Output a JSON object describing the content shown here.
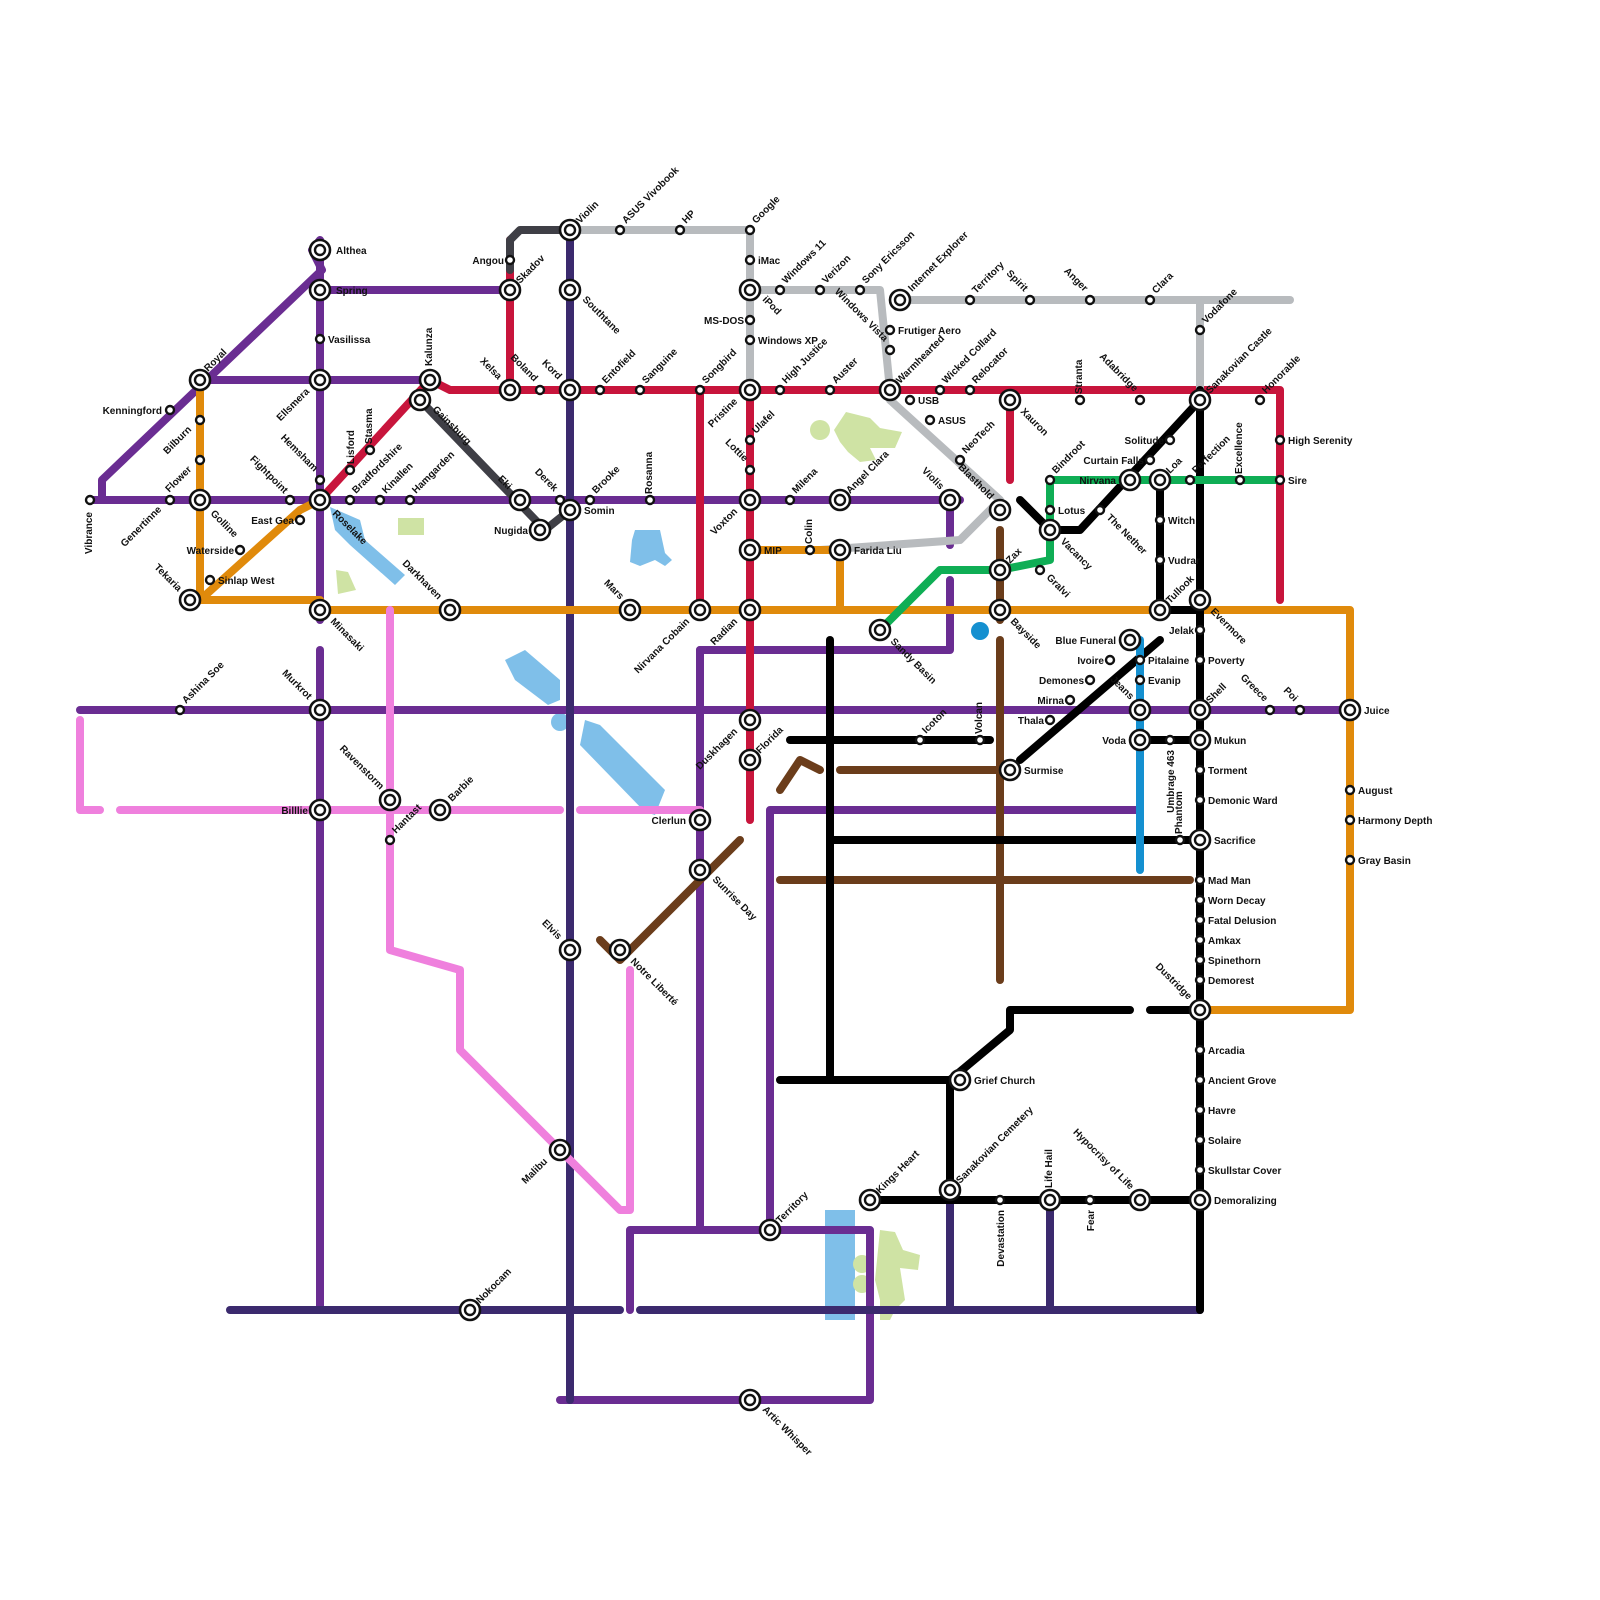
{
  "map": {
    "colors": {
      "purple": "#6a2d92",
      "navy": "#3b2a6e",
      "red": "#c8153c",
      "grey": "#b8bbbe",
      "darkgrey": "#3f3f46",
      "orange": "#e08a0b",
      "pink": "#ef80dd",
      "brown": "#6b3d1b",
      "black": "#000000",
      "green": "#0fae55",
      "blue": "#1590d0",
      "water": "#7fbfe9",
      "park": "#cfe3a4"
    },
    "lines": [
      "purple",
      "navy",
      "red",
      "grey",
      "darkgrey",
      "orange",
      "pink",
      "brown",
      "black",
      "green",
      "blue"
    ],
    "stations": [
      "Althea",
      "Spring",
      "Vasilissa",
      "Royal",
      "Kenningford",
      "Ellsmera",
      "Bilburn",
      "Flower",
      "Genertinne",
      "Golline",
      "Vibrance",
      "Waterside",
      "Sinlap West",
      "Tekaria",
      "Fightpoint",
      "East Gea",
      "Hemsham",
      "Lisford",
      "Stasma",
      "Bradfordshire",
      "Kinallen",
      "Hamgarden",
      "Kalunza",
      "Gainsburg",
      "Roselake",
      "Darkhaven",
      "Minasaki",
      "Ashina Soe",
      "Murkrot",
      "Ravenstorm",
      "Hantast",
      "Barbie",
      "Billlie",
      "Angou",
      "Skadov",
      "Violin",
      "ASUS Vivobook",
      "HP",
      "Google",
      "Southtane",
      "Xelsa",
      "Boland",
      "Kord",
      "Entofield",
      "Sanguine",
      "Songbird",
      "Eki",
      "Derek",
      "Brooke",
      "Somin",
      "Nugida",
      "Rosanna",
      "Mars",
      "Nirvana Cobain",
      "Elvis",
      "Notre Liberté",
      "Malibu",
      "Nokocam",
      "Artic Whisper",
      "iMac",
      "Windows 11",
      "MS-DOS",
      "iPod",
      "Windows XP",
      "Verizon",
      "Sony Ericsson",
      "Internet Explorer",
      "Windows Vista",
      "Frutiger Aero",
      "Warmhearted",
      "Pristine",
      "High Justice",
      "Auster",
      "Ulafel",
      "Lottie",
      "Voxton",
      "Milena",
      "Angel Clara",
      "MIP",
      "Colin",
      "Farida Liu",
      "Radian",
      "Duskhagen",
      "Florida",
      "Clerlun",
      "Sunrise Day",
      "USB",
      "ASUS",
      "Wicked Collard",
      "Relocator",
      "Territory",
      "Spirit",
      "Anger",
      "Clara",
      "Vodafone",
      "Xauron",
      "NeoTech",
      "Blasthold",
      "Violis",
      "Stranta",
      "Adabridge",
      "Bindroot",
      "Solitude",
      "Curtain Falls",
      "Nirvana",
      "Loa",
      "Perfection",
      "Excellence",
      "Sanakovian Castle",
      "Honorable",
      "High Serenity",
      "Sire",
      "Lotus",
      "The Nether",
      "Vacancy",
      "Gralvi",
      "Zax",
      "Witch",
      "Vudrar",
      "Tullook",
      "Evermore",
      "Bayside",
      "Sandy Basin",
      "Blue Funeral",
      "Jelak",
      "Pitalaine",
      "Ivoire",
      "Poverty",
      "Evanip",
      "Demones",
      "Jeans",
      "Mirna",
      "Shell",
      "Greece",
      "Poi",
      "Juice",
      "Thala",
      "Voda",
      "Mukun",
      "Umbrage 463",
      "Phantom",
      "Torment",
      "Demonic Ward",
      "Sacrifice",
      "Icoton",
      "Volcan",
      "Surmise",
      "August",
      "Harmony Depth",
      "Gray Basin",
      "Mad Man",
      "Worn Decay",
      "Fatal Delusion",
      "Amkax",
      "Spinethorn",
      "Demorest",
      "Dustridge",
      "Arcadia",
      "Ancient Grove",
      "Havre",
      "Solaire",
      "Skullstar Cover",
      "Demoralizing",
      "Grief Church",
      "Kings Heart",
      "Sanakovian Cemetery",
      "Devastation",
      "Life Hail",
      "Fear",
      "Hypocrisy of Life",
      "Territory"
    ]
  }
}
